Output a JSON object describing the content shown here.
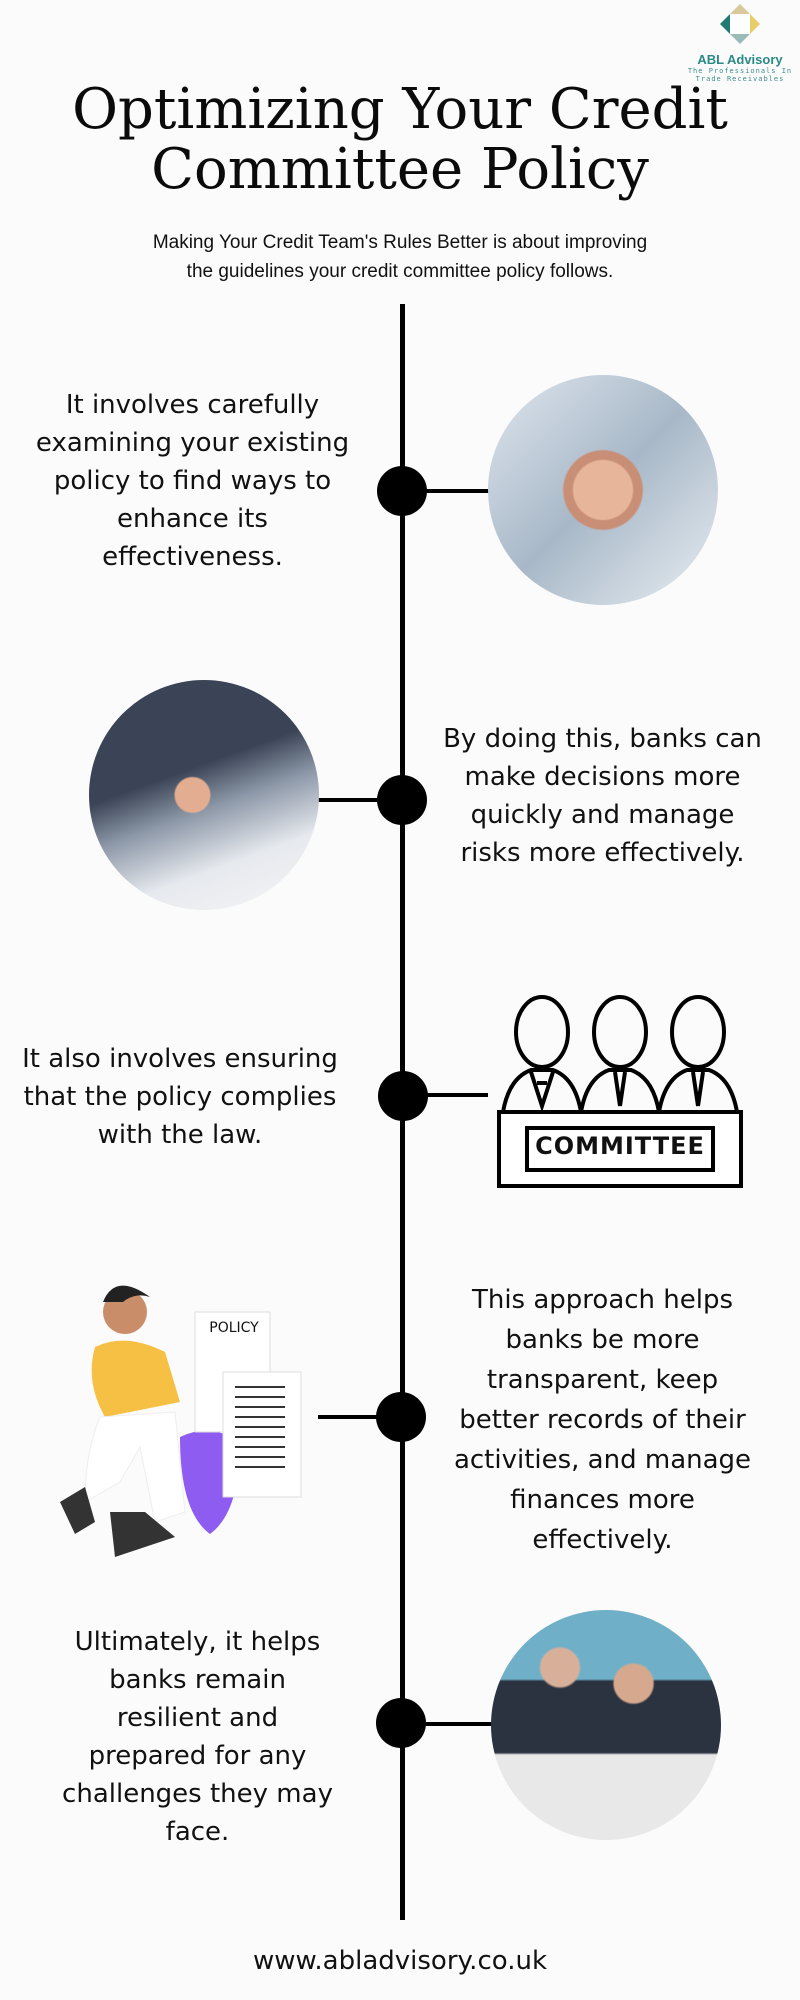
{
  "logo": {
    "name": "ABL Advisory",
    "tagline_1": "The Professionals In",
    "tagline_2": "Trade Receivables",
    "colors": [
      "#d9c99a",
      "#1f7a72",
      "#e8cc6a",
      "#9bbcb6"
    ]
  },
  "title": {
    "line1": "Optimizing Your Credit",
    "line2": "Committee Policy"
  },
  "subtitle": {
    "line1": "Making Your Credit Team's Rules Better is about improving",
    "line2": "the guidelines your credit committee policy follows."
  },
  "steps": [
    {
      "lines": [
        "It involves carefully",
        "examining your existing",
        "policy to find ways to",
        "enhance its",
        "effectiveness."
      ],
      "image": "team-hands-photo"
    },
    {
      "lines": [
        "By doing this, banks can",
        "make decisions more",
        "quickly and manage",
        "risks more effectively."
      ],
      "image": "handshake-photo"
    },
    {
      "lines": [
        "It also involves ensuring",
        "that the policy complies",
        "with the law."
      ],
      "image": "committee-icon",
      "icon_label": "COMMITTEE"
    },
    {
      "lines": [
        "This approach helps",
        "banks be more",
        "transparent, keep",
        "better records of their",
        "activities, and manage",
        "finances more",
        "effectively."
      ],
      "image": "policy-illustration",
      "icon_label": "POLICY"
    },
    {
      "lines": [
        "Ultimately, it helps",
        "banks remain",
        "resilient and",
        "prepared for any",
        "challenges they may",
        "face."
      ],
      "image": "business-meeting-photo"
    }
  ],
  "footer": {
    "url": "www.abladvisory.co.uk"
  }
}
